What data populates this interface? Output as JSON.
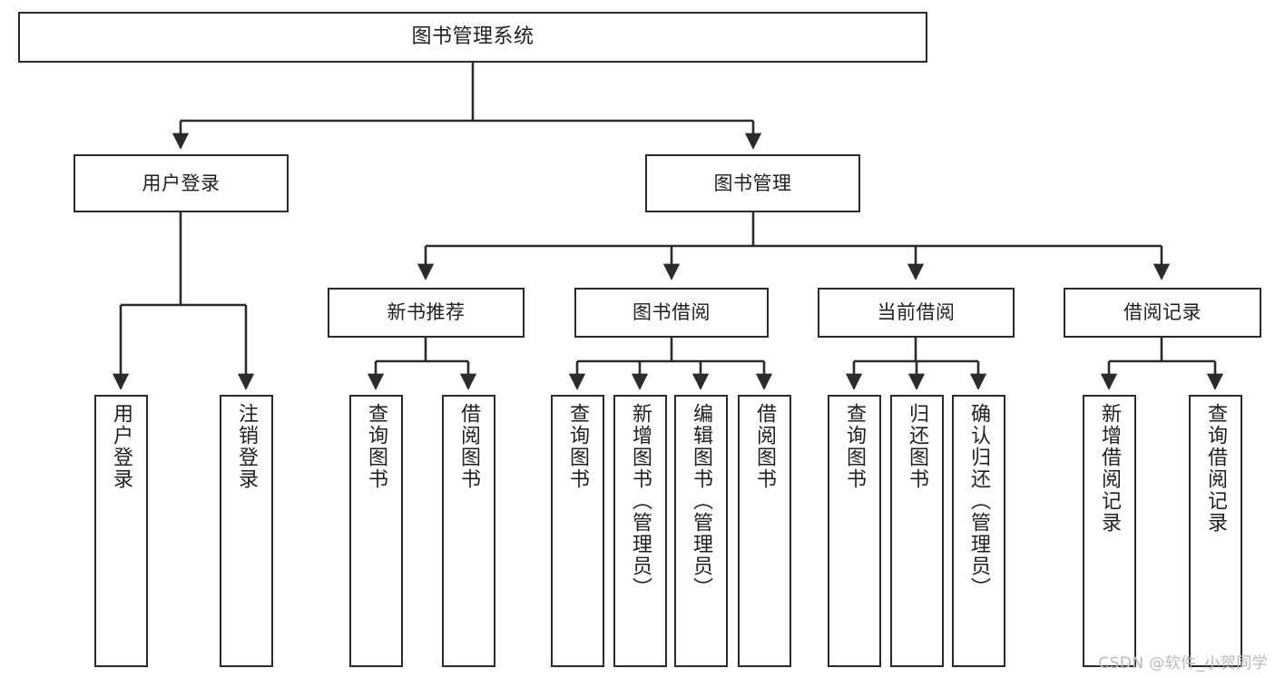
{
  "diagram": {
    "type": "tree",
    "title": "图书管理系统",
    "colors": {
      "stroke": "#2b2b2b",
      "fill": "#ffffff",
      "text": "#1f1f1f",
      "watermark": "#b9b9b9"
    },
    "watermark": "CSDN @软件_小贺同学",
    "levels": {
      "root": "图书管理系统",
      "level2": [
        "用户登录",
        "图书管理"
      ],
      "level3": [
        "新书推荐",
        "图书借阅",
        "当前借阅",
        "借阅记录"
      ]
    },
    "nodes": {
      "root": {
        "label": "图书管理系统"
      },
      "user_login": {
        "label": "用户登录"
      },
      "book_manage": {
        "label": "图书管理"
      },
      "new_book_rec": {
        "label": "新书推荐"
      },
      "book_borrow": {
        "label": "图书借阅"
      },
      "current_borrow": {
        "label": "当前借阅"
      },
      "borrow_record": {
        "label": "借阅记录"
      },
      "leaf_user_login": {
        "label": "用户登录"
      },
      "leaf_user_logout": {
        "label": "注销登录"
      },
      "leaf_query_book_1": {
        "label": "查询图书"
      },
      "leaf_borrow_book_1": {
        "label": "借阅图书"
      },
      "leaf_query_book_2": {
        "label": "查询图书"
      },
      "leaf_add_book": {
        "label": "新增图书（管理员）"
      },
      "leaf_edit_book": {
        "label": "编辑图书（管理员）"
      },
      "leaf_borrow_book_2": {
        "label": "借阅图书"
      },
      "leaf_query_book_3": {
        "label": "查询图书"
      },
      "leaf_return_book": {
        "label": "归还图书"
      },
      "leaf_confirm_return": {
        "label": "确认归还（管理员）"
      },
      "leaf_add_record": {
        "label": "新增借阅记录"
      },
      "leaf_query_record": {
        "label": "查询借阅记录"
      }
    },
    "edges": [
      {
        "from": "root",
        "to": "user_login"
      },
      {
        "from": "root",
        "to": "book_manage"
      },
      {
        "from": "user_login",
        "to": "leaf_user_login"
      },
      {
        "from": "user_login",
        "to": "leaf_user_logout"
      },
      {
        "from": "book_manage",
        "to": "new_book_rec"
      },
      {
        "from": "book_manage",
        "to": "book_borrow"
      },
      {
        "from": "book_manage",
        "to": "current_borrow"
      },
      {
        "from": "book_manage",
        "to": "borrow_record"
      },
      {
        "from": "new_book_rec",
        "to": "leaf_query_book_1"
      },
      {
        "from": "new_book_rec",
        "to": "leaf_borrow_book_1"
      },
      {
        "from": "book_borrow",
        "to": "leaf_query_book_2"
      },
      {
        "from": "book_borrow",
        "to": "leaf_add_book"
      },
      {
        "from": "book_borrow",
        "to": "leaf_edit_book"
      },
      {
        "from": "book_borrow",
        "to": "leaf_borrow_book_2"
      },
      {
        "from": "current_borrow",
        "to": "leaf_query_book_3"
      },
      {
        "from": "current_borrow",
        "to": "leaf_return_book"
      },
      {
        "from": "current_borrow",
        "to": "leaf_confirm_return"
      },
      {
        "from": "borrow_record",
        "to": "leaf_add_record"
      },
      {
        "from": "borrow_record",
        "to": "leaf_query_record"
      }
    ]
  }
}
